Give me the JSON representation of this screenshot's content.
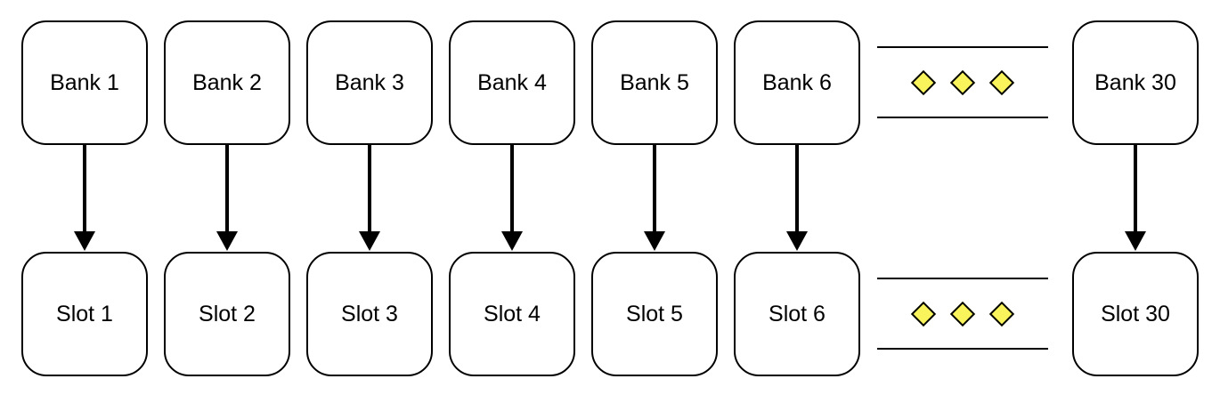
{
  "diagram": {
    "background_color": "#ffffff",
    "node_fill_color": "#ffffff",
    "node_border_color": "#000000",
    "text_color": "#000000",
    "arrow_color": "#000000",
    "ellipsis_diamond_fill": "#faf45c",
    "banks": [
      {
        "label": "Bank 1"
      },
      {
        "label": "Bank 2"
      },
      {
        "label": "Bank 3"
      },
      {
        "label": "Bank 4"
      },
      {
        "label": "Bank 5"
      },
      {
        "label": "Bank 6"
      },
      {
        "label": "Bank 30"
      }
    ],
    "slots": [
      {
        "label": "Slot 1"
      },
      {
        "label": "Slot 2"
      },
      {
        "label": "Slot 3"
      },
      {
        "label": "Slot 4"
      },
      {
        "label": "Slot 5"
      },
      {
        "label": "Slot 6"
      },
      {
        "label": "Slot 30"
      }
    ],
    "edges": [
      {
        "from": "Bank 1",
        "to": "Slot 1"
      },
      {
        "from": "Bank 2",
        "to": "Slot 2"
      },
      {
        "from": "Bank 3",
        "to": "Slot 3"
      },
      {
        "from": "Bank 4",
        "to": "Slot 4"
      },
      {
        "from": "Bank 5",
        "to": "Slot 5"
      },
      {
        "from": "Bank 6",
        "to": "Slot 6"
      },
      {
        "from": "Bank 30",
        "to": "Slot 30"
      }
    ],
    "ellipsis": {
      "diamond_count": 3,
      "rows": 2
    }
  }
}
